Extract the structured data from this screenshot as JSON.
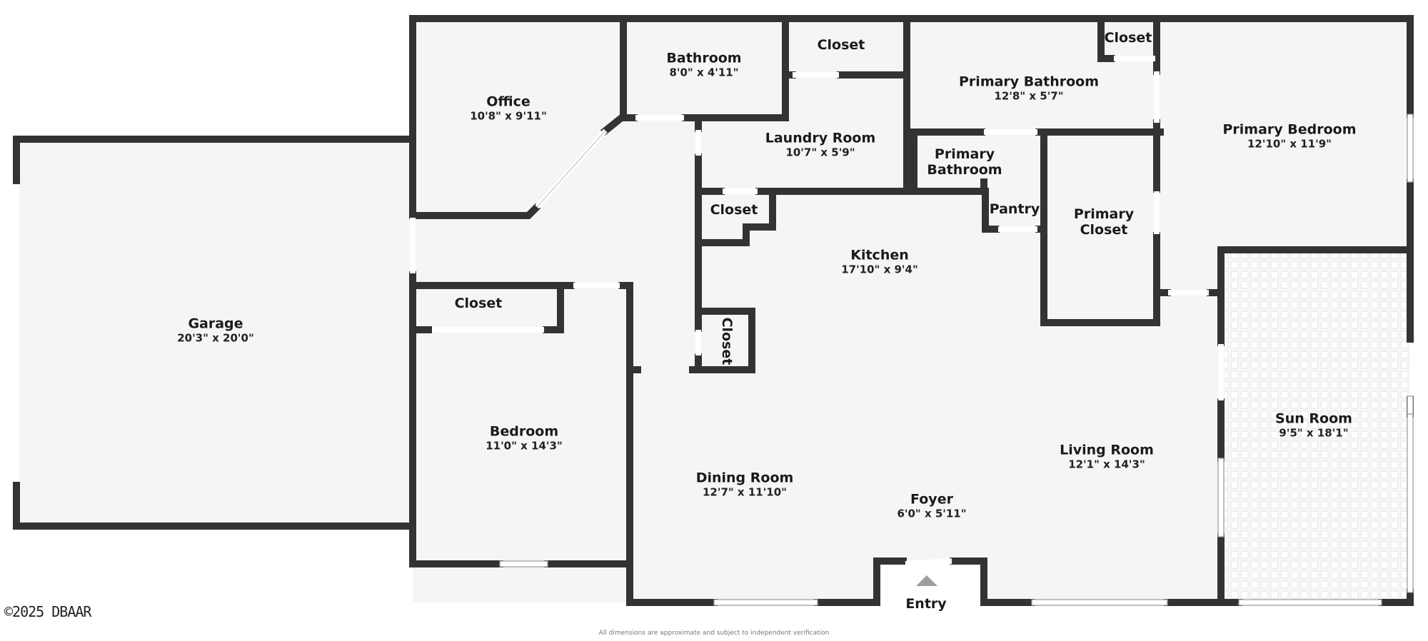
{
  "plan": {
    "title": "Floor Plan",
    "colors": {
      "wall": "#333333",
      "floor": "#f5f5f5",
      "entry_arrow": "#9e9e9e",
      "background": "#ffffff"
    }
  },
  "rooms": [
    {
      "id": "garage",
      "name": "Garage",
      "dims": "20'3\" x 20'0\""
    },
    {
      "id": "office",
      "name": "Office",
      "dims": "10'8\" x 9'11\""
    },
    {
      "id": "bathroom",
      "name": "Bathroom",
      "dims": "8'0\" x 4'11\""
    },
    {
      "id": "closet-top",
      "name": "Closet",
      "dims": ""
    },
    {
      "id": "laundry",
      "name": "Laundry Room",
      "dims": "10'7\" x 5'9\""
    },
    {
      "id": "primary-bath-1",
      "name": "Primary Bathroom",
      "dims": "12'8\" x 5'7\""
    },
    {
      "id": "closet-primary-bath",
      "name": "Closet",
      "dims": ""
    },
    {
      "id": "primary-bath-2",
      "name": "Primary Bathroom",
      "dims": ""
    },
    {
      "id": "primary-bedroom",
      "name": "Primary Bedroom",
      "dims": "12'10\" x 11'9\""
    },
    {
      "id": "closet-kitchen",
      "name": "Closet",
      "dims": ""
    },
    {
      "id": "pantry",
      "name": "Pantry",
      "dims": ""
    },
    {
      "id": "primary-closet",
      "name": "Primary Closet",
      "dims": ""
    },
    {
      "id": "kitchen",
      "name": "Kitchen",
      "dims": "17'10\" x 9'4\""
    },
    {
      "id": "closet-bedroom",
      "name": "Closet",
      "dims": ""
    },
    {
      "id": "closet-vertical",
      "name": "Closet",
      "dims": ""
    },
    {
      "id": "bedroom",
      "name": "Bedroom",
      "dims": "11'0\" x 14'3\""
    },
    {
      "id": "dining",
      "name": "Dining Room",
      "dims": "12'7\" x 11'10\""
    },
    {
      "id": "foyer",
      "name": "Foyer",
      "dims": "6'0\" x 5'11\""
    },
    {
      "id": "living",
      "name": "Living Room",
      "dims": "12'1\" x 14'3\""
    },
    {
      "id": "sunroom",
      "name": "Sun Room",
      "dims": "9'5\" x 18'1\""
    }
  ],
  "entry": {
    "label": "Entry",
    "icon": "entry-arrow-icon"
  },
  "footer": {
    "copyright": "©2025 DBAAR",
    "disclaimer": "All dimensions are approximate and subject to independent verification"
  }
}
